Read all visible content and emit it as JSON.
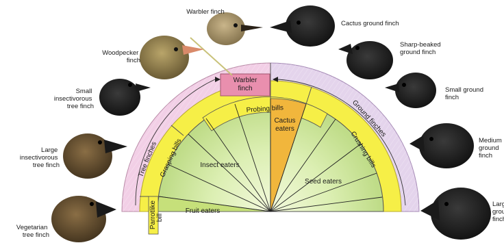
{
  "diagram": {
    "birds": {
      "warbler": "Warbler finch",
      "cactus_ground": "Cactus ground finch",
      "sharp_beaked": [
        "Sharp-beaked",
        "ground finch"
      ],
      "woodpecker": [
        "Woodpecker",
        "finch"
      ],
      "small_ground": [
        "Small ground",
        "finch"
      ],
      "small_insectivorous": [
        "Small",
        "insectivorous",
        "tree finch"
      ],
      "medium_ground": [
        "Medium",
        "ground",
        "finch"
      ],
      "large_insectivorous": [
        "Large",
        "insectivorous",
        "tree finch"
      ],
      "large_ground": [
        "Large",
        "ground",
        "finch"
      ],
      "vegetarian": [
        "Vegetarian",
        "tree finch"
      ]
    },
    "rings": {
      "tree": "Tree finches",
      "ground": "Ground finches",
      "warbler_box": [
        "Warbler",
        "finch"
      ]
    },
    "bill_bands": {
      "probing": "Probing bills",
      "grasping": "Grasping bills",
      "crushing": "Crushing bills",
      "parrotlike": [
        "Parrotlike",
        "bill"
      ]
    },
    "diets": {
      "insect": "Insect eaters",
      "cactus": [
        "Cactus",
        "eaters"
      ],
      "seed": "Seed eaters",
      "fruit": "Fruit eaters"
    },
    "colors": {
      "tree_ring": "#f2cfe6",
      "ground_ring": "#e4d4ec",
      "warbler_box": "#e98fae",
      "bill_band": "#f6ef47",
      "core_fill": "#cfe59d",
      "core_center": "#eff7d2"
    }
  }
}
